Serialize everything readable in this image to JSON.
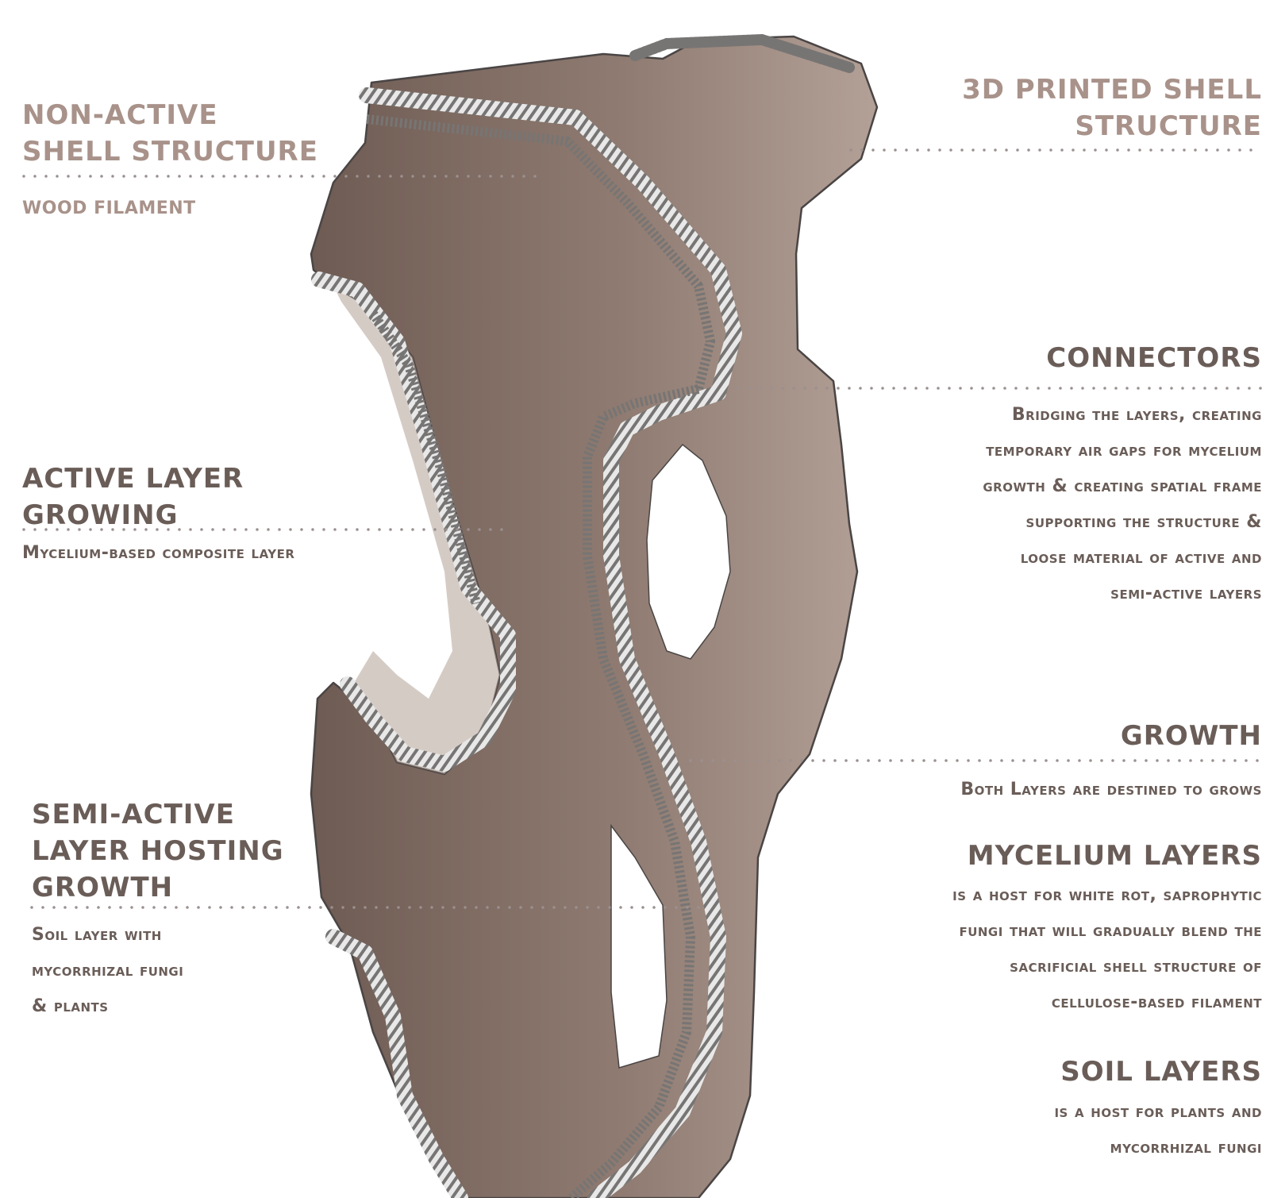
{
  "palette": {
    "shell_fill": "#8f7b71",
    "shell_light": "#b3a096",
    "shell_dark": "#6e5b53",
    "outline": "#4a4545",
    "layer_white": "#e8e8e8",
    "layer_grey": "#777574",
    "leader_dots": "#9a9090",
    "text_light": "#a8928a",
    "text_dark": "#6a5d58"
  },
  "labels": {
    "non_active": {
      "title_1": "NON-ACTIVE",
      "title_2": "SHELL STRUCTURE",
      "sub": "WOOD FILAMENT"
    },
    "active": {
      "title_1": "ACTIVE LAYER",
      "title_2": "GROWING",
      "sub": "Mycelium-based composite layer"
    },
    "semi_active": {
      "title_1": "SEMI-ACTIVE",
      "title_2": "LAYER HOSTING",
      "title_3": "GROWTH",
      "sub_1": "Soil layer with",
      "sub_2": "mycorrhizal fungi",
      "sub_3": "& plants"
    },
    "printed_shell": {
      "title_1": "3D PRINTED SHELL",
      "title_2": "STRUCTURE"
    },
    "connectors": {
      "title": "CONNECTORS",
      "desc": [
        "Bridging the layers,  creating",
        "temporary air gaps for mycelium",
        "growth & creating spatial frame",
        "supporting the structure  &",
        "loose material of active and",
        "semi-active layers"
      ]
    },
    "growth": {
      "title": "GROWTH",
      "desc": "Both Layers are destined to grows"
    },
    "mycelium_layers": {
      "title": "MYCELIUM LAYERS",
      "desc": [
        "is a host for white rot, saprophytic",
        "fungi  that will gradually blend the",
        "sacrificial shell structure of",
        "cellulose-based  filament"
      ]
    },
    "soil_layers": {
      "title": "SOIL LAYERS",
      "desc": [
        "is a host for plants and",
        "mycorrhizal fungi"
      ]
    }
  }
}
